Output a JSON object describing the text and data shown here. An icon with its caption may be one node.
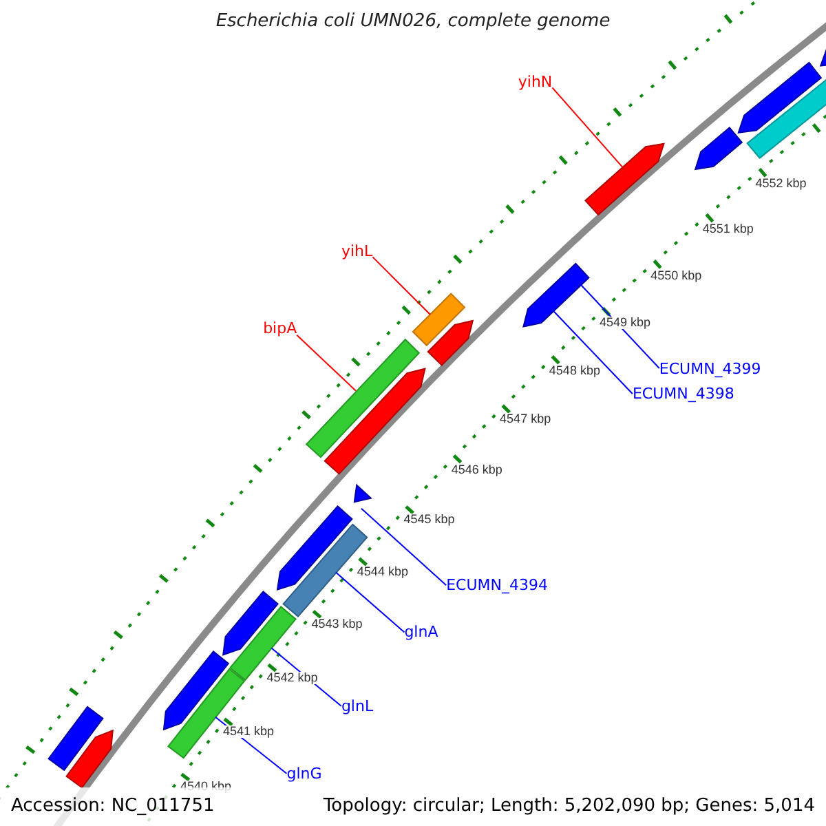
{
  "diagram": {
    "title": "Escherichia coli UMN026, complete genome",
    "nodes": [
      {
        "text": [
          "yihN"
        ]
      },
      {
        "text": [],
        "shape": "arrow"
      },
      {
        "text": [
          "yihL"
        ]
      },
      {
        "text": [],
        "shape": "bar"
      },
      {
        "text": [
          "bipA"
        ]
      },
      {
        "text": [],
        "shape": "bar"
      },
      {
        "text": [
          "ECUMN_4399"
        ]
      },
      {
        "text": [],
        "shape": "arrow"
      },
      {
        "text": [
          "ECUMN_4398"
        ]
      },
      {
        "text": [
          "ECUMN_4394"
        ]
      },
      {
        "text": [],
        "shape": "arrow"
      },
      {
        "text": [
          "glnA"
        ]
      },
      {
        "text": [],
        "shape": "bar"
      },
      {
        "text": [
          "glnL"
        ]
      },
      {
        "text": [],
        "shape": "bar"
      },
      {
        "text": [
          "glnG"
        ]
      },
      {
        "text": [],
        "shape": "bar"
      },
      {
        "text": [],
        "shape": "arrow"
      },
      {
        "text": [],
        "shape": "arrow"
      },
      {
        "text": [],
        "shape": "arrow"
      },
      {
        "text": [],
        "shape": "bar"
      },
      {
        "text": [],
        "shape": "arrow"
      },
      {
        "text": [],
        "shape": "arrow"
      },
      {
        "text": [],
        "shape": "arrow"
      },
      {
        "text": [],
        "shape": "bar"
      },
      {
        "text": [],
        "shape": "arrow"
      },
      {
        "text": [],
        "shape": "arrow"
      },
      {
        "text": [],
        "shape": "arrow"
      }
    ],
    "edges": [
      {
        "from": 0,
        "to": 1,
        "arrow": "none",
        "color": "#ff0000"
      },
      {
        "from": 2,
        "to": 3,
        "arrow": "none",
        "color": "#ff0000"
      },
      {
        "from": 4,
        "to": 5,
        "arrow": "none",
        "color": "#ff0000"
      },
      {
        "from": 6,
        "to": 7,
        "arrow": "none"
      },
      {
        "from": 8,
        "to": 7,
        "arrow": "none"
      },
      {
        "from": 9,
        "to": 10,
        "arrow": "none"
      },
      {
        "from": 11,
        "to": 12,
        "arrow": "none"
      },
      {
        "from": 13,
        "to": 14,
        "arrow": "none"
      },
      {
        "from": 15,
        "to": 16,
        "arrow": "none"
      }
    ],
    "labels": [
      "4552 kbp",
      "4551 kbp",
      "4550 kbp",
      "4549 kbp",
      "4548 kbp",
      "4547 kbp",
      "4546 kbp",
      "4545 kbp",
      "4544 kbp",
      "4543 kbp",
      "4542 kbp",
      "4541 kbp",
      "4540 kbp",
      "Accession: NC_011751",
      "Topology: circular; Length: 5,202,090 bp; Genes: 5,014"
    ]
  }
}
